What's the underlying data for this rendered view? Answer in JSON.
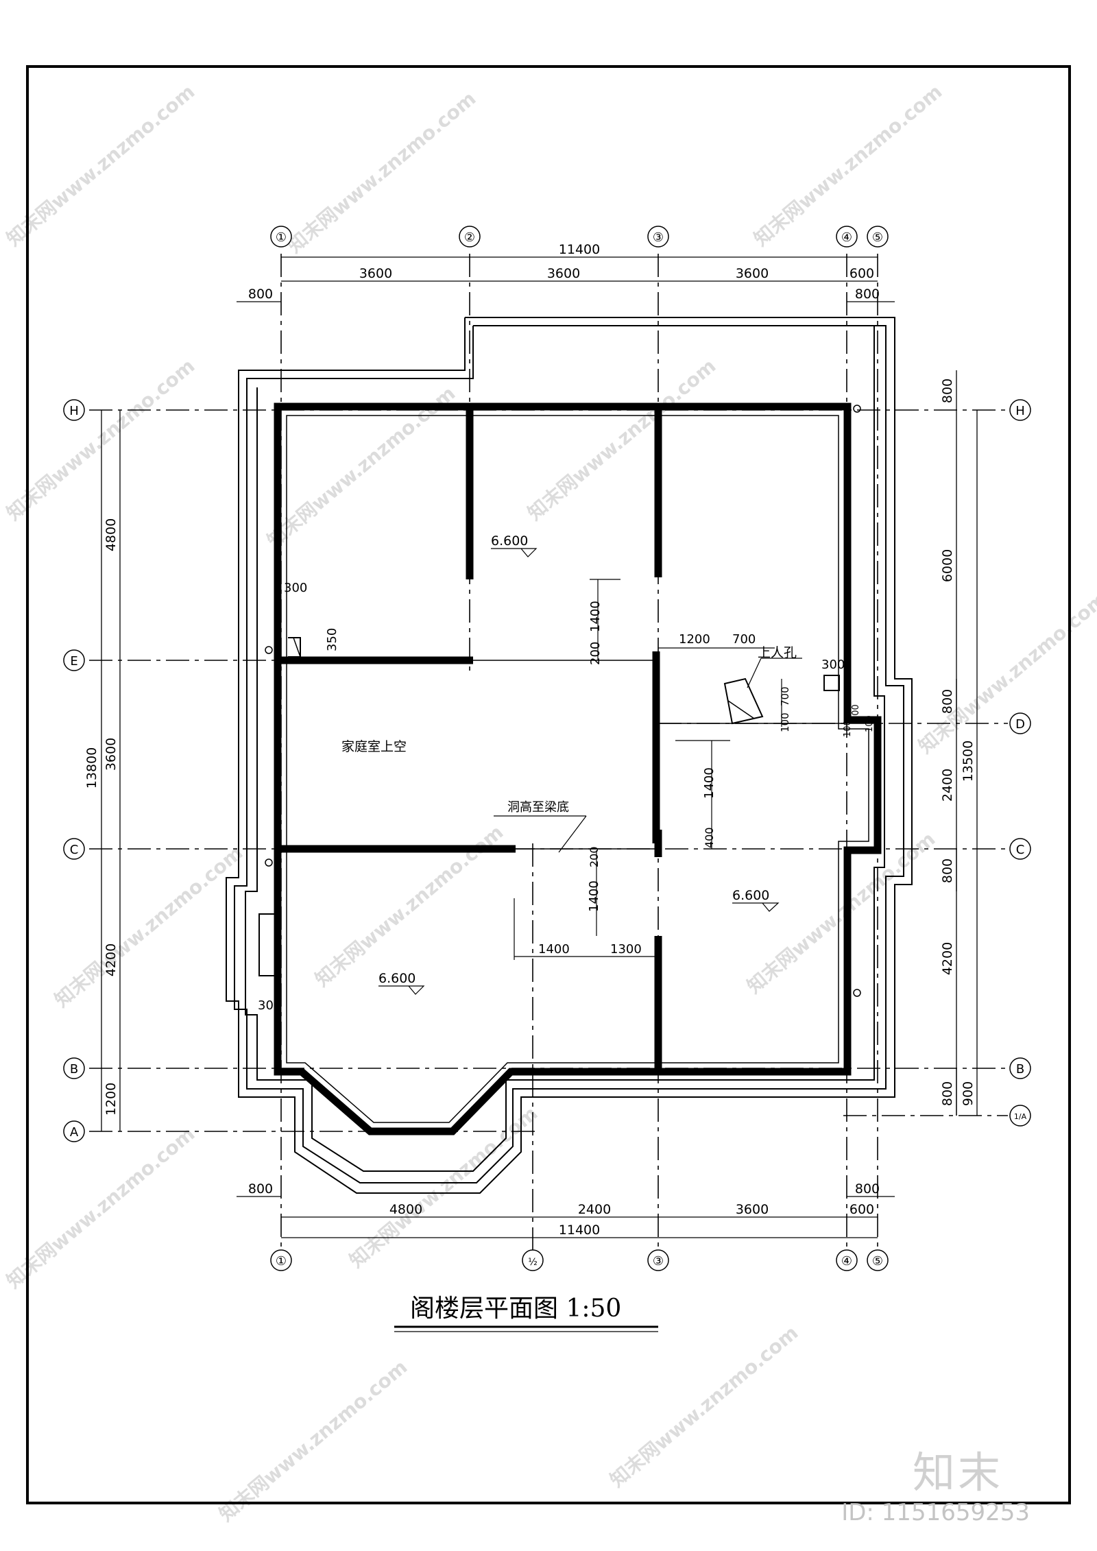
{
  "title": "阁楼层平面图  1:50",
  "axes": {
    "top": [
      "①",
      "②",
      "③",
      "④",
      "⑤"
    ],
    "bottom": [
      "①",
      "½",
      "③",
      "④",
      "⑤"
    ],
    "left": [
      "H",
      "E",
      "C",
      "B",
      "A"
    ],
    "right": [
      "H",
      "D",
      "C",
      "B",
      "1/A"
    ]
  },
  "dimensions": {
    "top_total": "11400",
    "top_bays": [
      "3600",
      "3600",
      "3600",
      "600"
    ],
    "top_offset_left": "800",
    "top_offset_right": "800",
    "bottom_total": "11400",
    "bottom_bays": [
      "4800",
      "2400",
      "3600",
      "600"
    ],
    "bottom_offset_left": "800",
    "bottom_offset_right": "800",
    "left_total": "13800",
    "left_bays": [
      "4800",
      "3600",
      "4200",
      "1200"
    ],
    "right_total": "13500",
    "right_bays": [
      "6000",
      "2400",
      "4200",
      "900"
    ],
    "right_offsets": [
      "800",
      "800",
      "800",
      "800"
    ]
  },
  "interior_dims": [
    "300",
    "350",
    "1400",
    "200",
    "1200",
    "700",
    "300",
    "100",
    "700",
    "100",
    "500",
    "100",
    "1400",
    "400",
    "200",
    "1400",
    "1400",
    "1300",
    "300"
  ],
  "labels": {
    "attic_hatch": "上人孔",
    "void": "家庭室上空",
    "opening": "洞高至梁底"
  },
  "elevations": [
    "6.600",
    "6.600",
    "6.600"
  ],
  "watermark": "知末网www.znzmo.com",
  "brand": {
    "logo": "知末",
    "id": "ID: 1151659253"
  }
}
